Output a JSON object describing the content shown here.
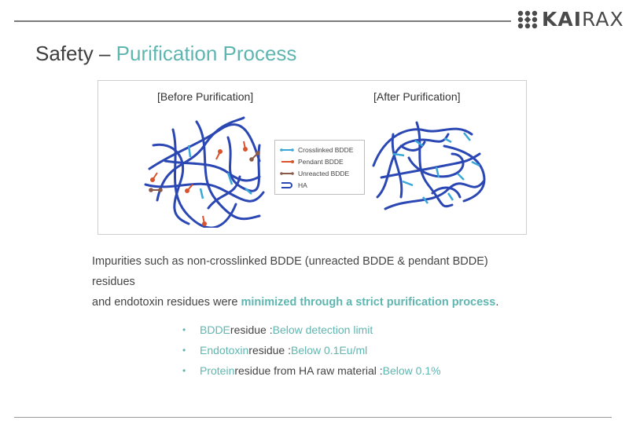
{
  "brand": {
    "logo_text_bold": "KAI",
    "logo_text_light": "RAX"
  },
  "title": {
    "main": "Safety",
    "separator": "–",
    "sub": "Purification Process"
  },
  "figure": {
    "before_label": "[Before Purification]",
    "after_label": "[After Purification]",
    "legend": [
      {
        "label": "Crosslinked BDDE",
        "icon": "crosslink-icon",
        "color": "#3aa7d8"
      },
      {
        "label": "Pendant BDDE",
        "icon": "pendant-icon",
        "color": "#d9532c"
      },
      {
        "label": "Unreacted BDDE",
        "icon": "unreacted-icon",
        "color": "#8a5a4a"
      },
      {
        "label": "HA",
        "icon": "ha-chain-icon",
        "color": "#2b47b3"
      }
    ]
  },
  "description": {
    "line1": "Impurities such as non-crosslinked BDDE (unreacted BDDE & pendant BDDE) residues",
    "line2_plain": "and endotoxin residues were ",
    "line2_highlight": "minimized through a strict purification process",
    "line2_end": "."
  },
  "bullets": [
    {
      "term": "BDDE",
      "middle": " residue : ",
      "value": "Below detection limit"
    },
    {
      "term": "Endotoxin",
      "middle": " residue : ",
      "value": "Below 0.1Eu/ml"
    },
    {
      "term": "Protein",
      "middle": " residue from HA raw material : ",
      "value": "Below 0.1%"
    }
  ],
  "colors": {
    "accent": "#5fb6b0",
    "ha_chain": "#2b47b3",
    "crosslink": "#3aa7d8",
    "pendant": "#d9532c",
    "unreacted": "#8a5a4a"
  }
}
